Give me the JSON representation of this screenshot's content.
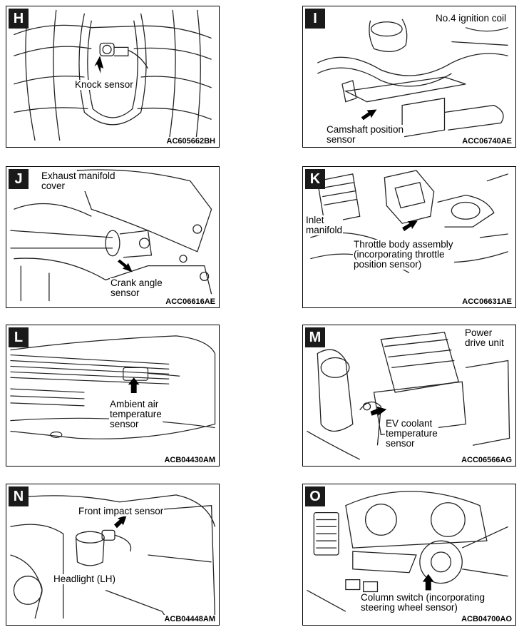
{
  "panels": [
    {
      "id": "H",
      "code": "AC605662BH",
      "labels": [
        "Knock sensor"
      ]
    },
    {
      "id": "I",
      "code": "ACC06740AE",
      "labels": [
        "No.4 ignition coil",
        "Camshaft position\nsensor"
      ]
    },
    {
      "id": "J",
      "code": "ACC06616AE",
      "labels": [
        "Exhaust manifold\ncover",
        "Crank angle\nsensor"
      ]
    },
    {
      "id": "K",
      "code": "ACC06631AE",
      "labels": [
        "Inlet\nmanifold",
        "Throttle body assembly\n(incorporating throttle\nposition sensor)"
      ]
    },
    {
      "id": "L",
      "code": "ACB04430AM",
      "labels": [
        "Ambient air\ntemperature\nsensor"
      ]
    },
    {
      "id": "M",
      "code": "ACC06566AG",
      "labels": [
        "Power\ndrive unit",
        "EV coolant\ntemperature\nsensor"
      ]
    },
    {
      "id": "N",
      "code": "ACB04448AM",
      "labels": [
        "Front impact sensor",
        "Headlight (LH)"
      ]
    },
    {
      "id": "O",
      "code": "ACB04700AO",
      "labels": [
        "Column switch (incorporating\nsteering wheel sensor)"
      ]
    }
  ]
}
